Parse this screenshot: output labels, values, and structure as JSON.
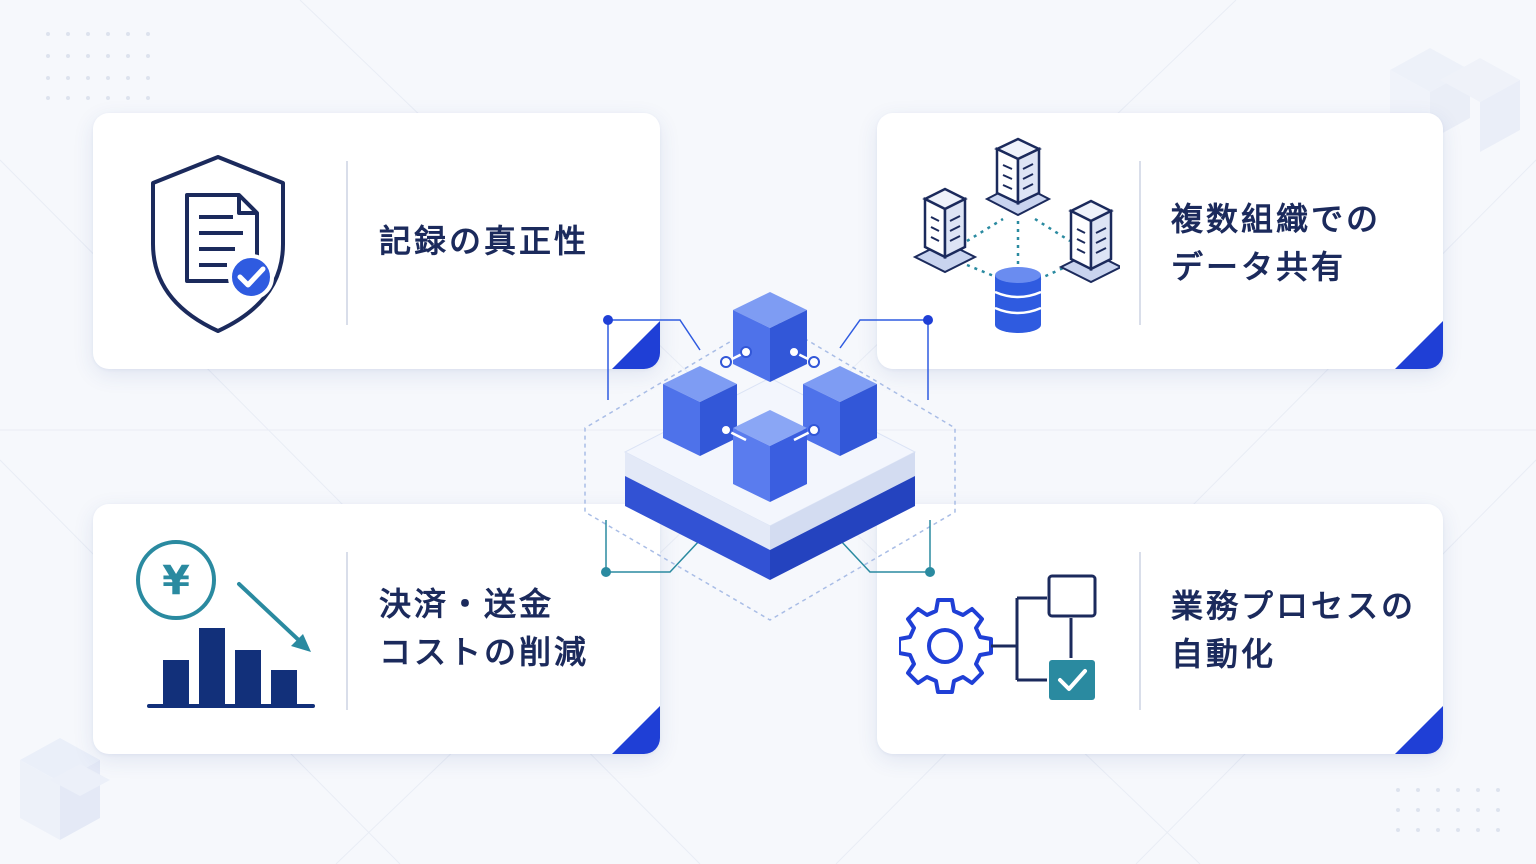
{
  "cards": {
    "authenticity": {
      "lines": [
        "記録の真正性"
      ]
    },
    "data_sharing": {
      "lines": [
        "複数組織での",
        "データ共有"
      ]
    },
    "cost_reduction": {
      "lines": [
        "決済・送金",
        "コストの削減"
      ]
    },
    "automation": {
      "lines": [
        "業務プロセスの",
        "自動化"
      ]
    }
  },
  "icons": {
    "authenticity": "shield-document-check-icon",
    "data_sharing": "network-buildings-database-icon",
    "cost_reduction": "yen-coin-bar-chart-down-icon",
    "automation": "gear-flowchart-check-icon",
    "center": "blockchain-cubes-platform-icon"
  },
  "yen_symbol": "¥",
  "colors": {
    "navy": "#1b2a5c",
    "blue": "#2f5be0",
    "accent": "#1f3fd6",
    "teal": "#2a8aa0",
    "divider": "#d9deea",
    "background": "#f6f8fc"
  }
}
